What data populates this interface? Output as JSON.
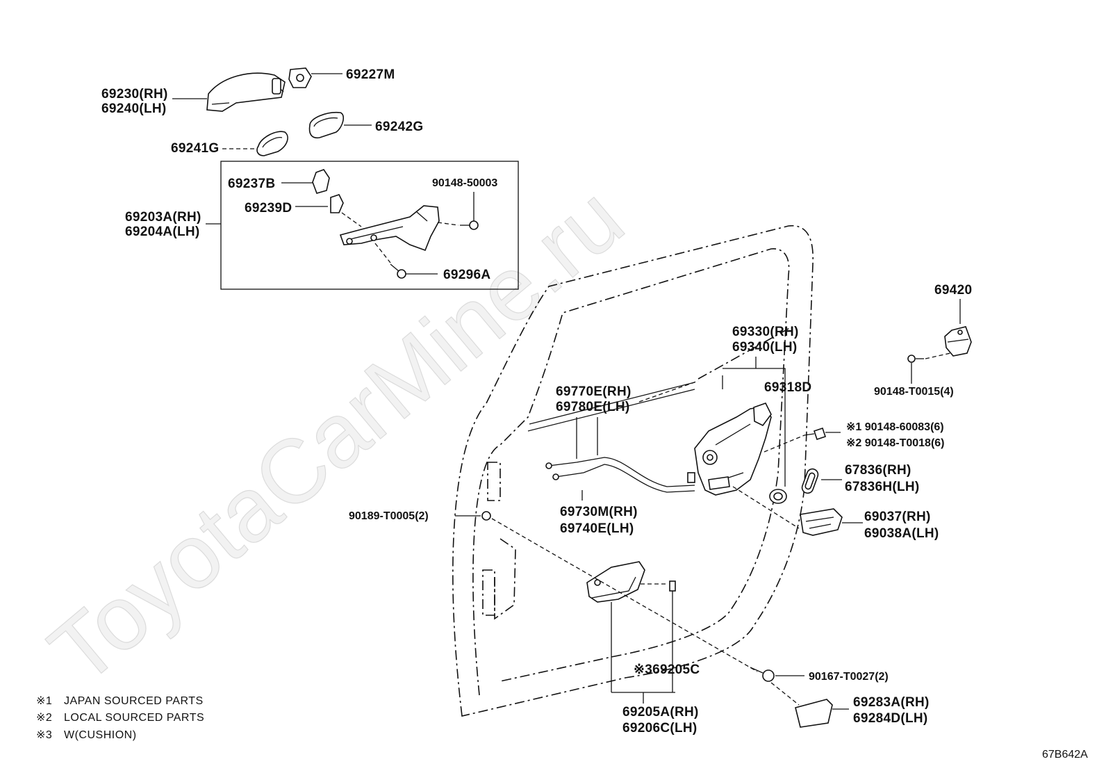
{
  "watermark": "ToyotaCarMine.ru",
  "figure_code": "67B642A",
  "notes": [
    {
      "mark": "※1",
      "text": "JAPAN SOURCED PARTS"
    },
    {
      "mark": "※2",
      "text": "LOCAL SOURCED PARTS"
    },
    {
      "mark": "※3",
      "text": "W(CUSHION)"
    }
  ],
  "parts": {
    "p69227M": "69227M",
    "p69230": "69230(RH)",
    "p69240": "69240(LH)",
    "p69242G": "69242G",
    "p69241G": "69241G",
    "p69237B": "69237B",
    "p90148_50003": "90148-50003",
    "p69239D": "69239D",
    "p69203A": "69203A(RH)",
    "p69204A": "69204A(LH)",
    "p69296A": "69296A",
    "p69420": "69420",
    "p69330": "69330(RH)",
    "p69340": "69340(LH)",
    "p90148_T0015": "90148-T0015(4)",
    "p69318D": "69318D",
    "p69770E": "69770E(RH)",
    "p69780E": "69780E(LH)",
    "p90148_60083": "※1 90148-60083(6)",
    "p90148_T0018": "※2 90148-T0018(6)",
    "p67836": "67836(RH)",
    "p67836H": "67836H(LH)",
    "p69730M": "69730M(RH)",
    "p69740E": "69740E(LH)",
    "p90189_T0005": "90189-T0005(2)",
    "p69037": "69037(RH)",
    "p69038A": "69038A(LH)",
    "p69205C": "※369205C",
    "p90167_T0027": "90167-T0027(2)",
    "p69205A": "69205A(RH)",
    "p69206C": "69206C(LH)",
    "p69283A": "69283A(RH)",
    "p69284D": "69284D(LH)"
  }
}
